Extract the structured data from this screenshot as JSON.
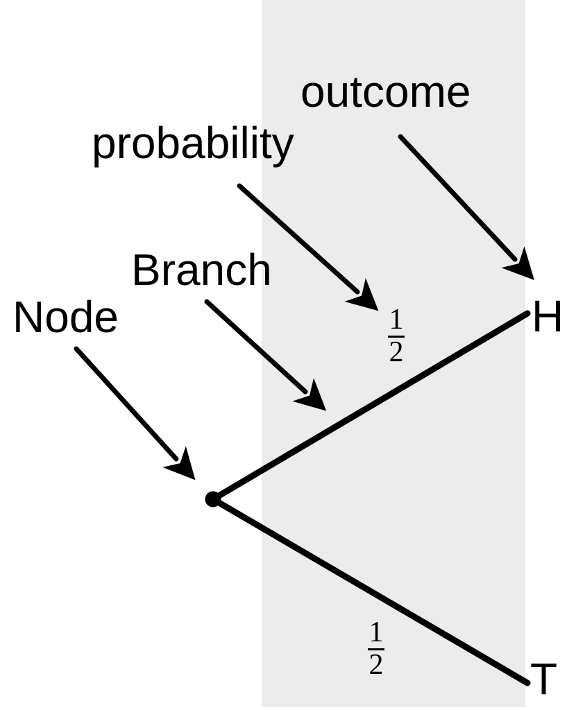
{
  "colors": {
    "band": "#ececec",
    "ink": "#000000",
    "background": "#ffffff"
  },
  "annotations": {
    "node": "Node",
    "branch": "Branch",
    "probability": "probability",
    "outcome": "outcome"
  },
  "tree": {
    "branches": [
      {
        "outcome": "H",
        "prob_num": "1",
        "prob_den": "2"
      },
      {
        "outcome": "T",
        "prob_num": "1",
        "prob_den": "2"
      }
    ]
  }
}
